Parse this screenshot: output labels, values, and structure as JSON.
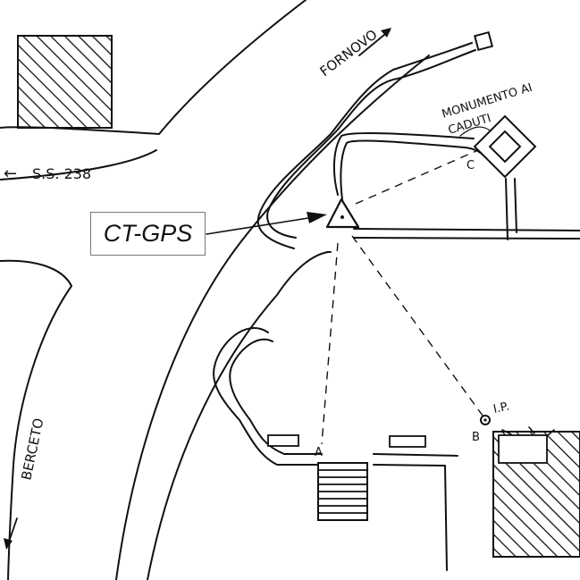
{
  "labels": {
    "fornovo": "FORNOVO",
    "ss238": "S.S. 238",
    "monumento_line1": "MONUMENTO AI",
    "monumento_line2": "CADUTI",
    "berceto": "BERCETO",
    "point_a": "A",
    "point_b": "B",
    "point_c": "C",
    "ip": "I.P.",
    "ct_gps": "CT-GPS"
  },
  "arrows": {
    "ss238_arrow": "←"
  },
  "colors": {
    "ink": "#111111",
    "paper": "#ffffff",
    "callout_border": "#777777"
  },
  "icons": {
    "station_marker": "triangle-with-dot",
    "monument": "diamond-square",
    "reference_point": "circle-dot"
  }
}
